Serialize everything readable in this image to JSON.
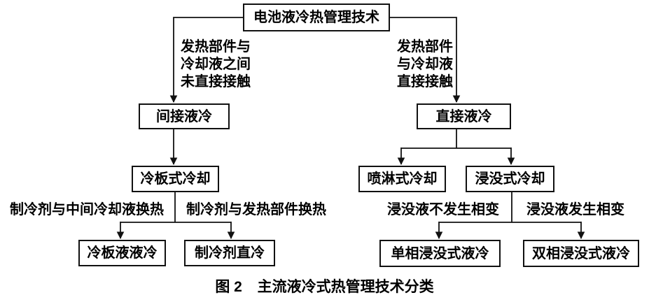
{
  "nodes": {
    "root": "电池液冷热管理技术",
    "indirect": "间接液冷",
    "direct": "直接液冷",
    "cold_plate": "冷板式冷却",
    "spray": "喷淋式冷却",
    "immersion": "浸没式冷却",
    "plate_liquid": "冷板液液冷",
    "refrigerant_direct": "制冷剂直冷",
    "single_phase": "单相浸没式液冷",
    "dual_phase": "双相浸没式液冷"
  },
  "edge_labels": {
    "indirect_condition_lines": [
      "发热部件与",
      "冷却液之间",
      "未直接接触"
    ],
    "direct_condition_lines": [
      "发热部件",
      "与冷却液",
      "直接接触"
    ],
    "cold_plate_left": "制冷剂与中间冷却液换热",
    "cold_plate_right": "制冷剂与发热部件换热",
    "immersion_left": "浸没液不发生相变",
    "immersion_right": "浸没液发生相变"
  },
  "caption": {
    "number": "图 2",
    "text": "主流液冷式热管理技术分类"
  },
  "colors": {
    "line": "#111111",
    "text": "#000000",
    "background": "#ffffff"
  }
}
